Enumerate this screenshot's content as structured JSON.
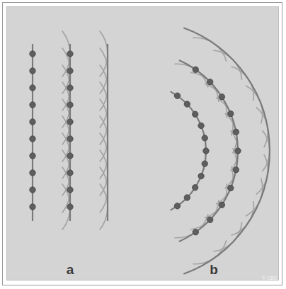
{
  "diagram": {
    "labels": [
      "a",
      "b",
      "© CBC"
    ]
  }
}
